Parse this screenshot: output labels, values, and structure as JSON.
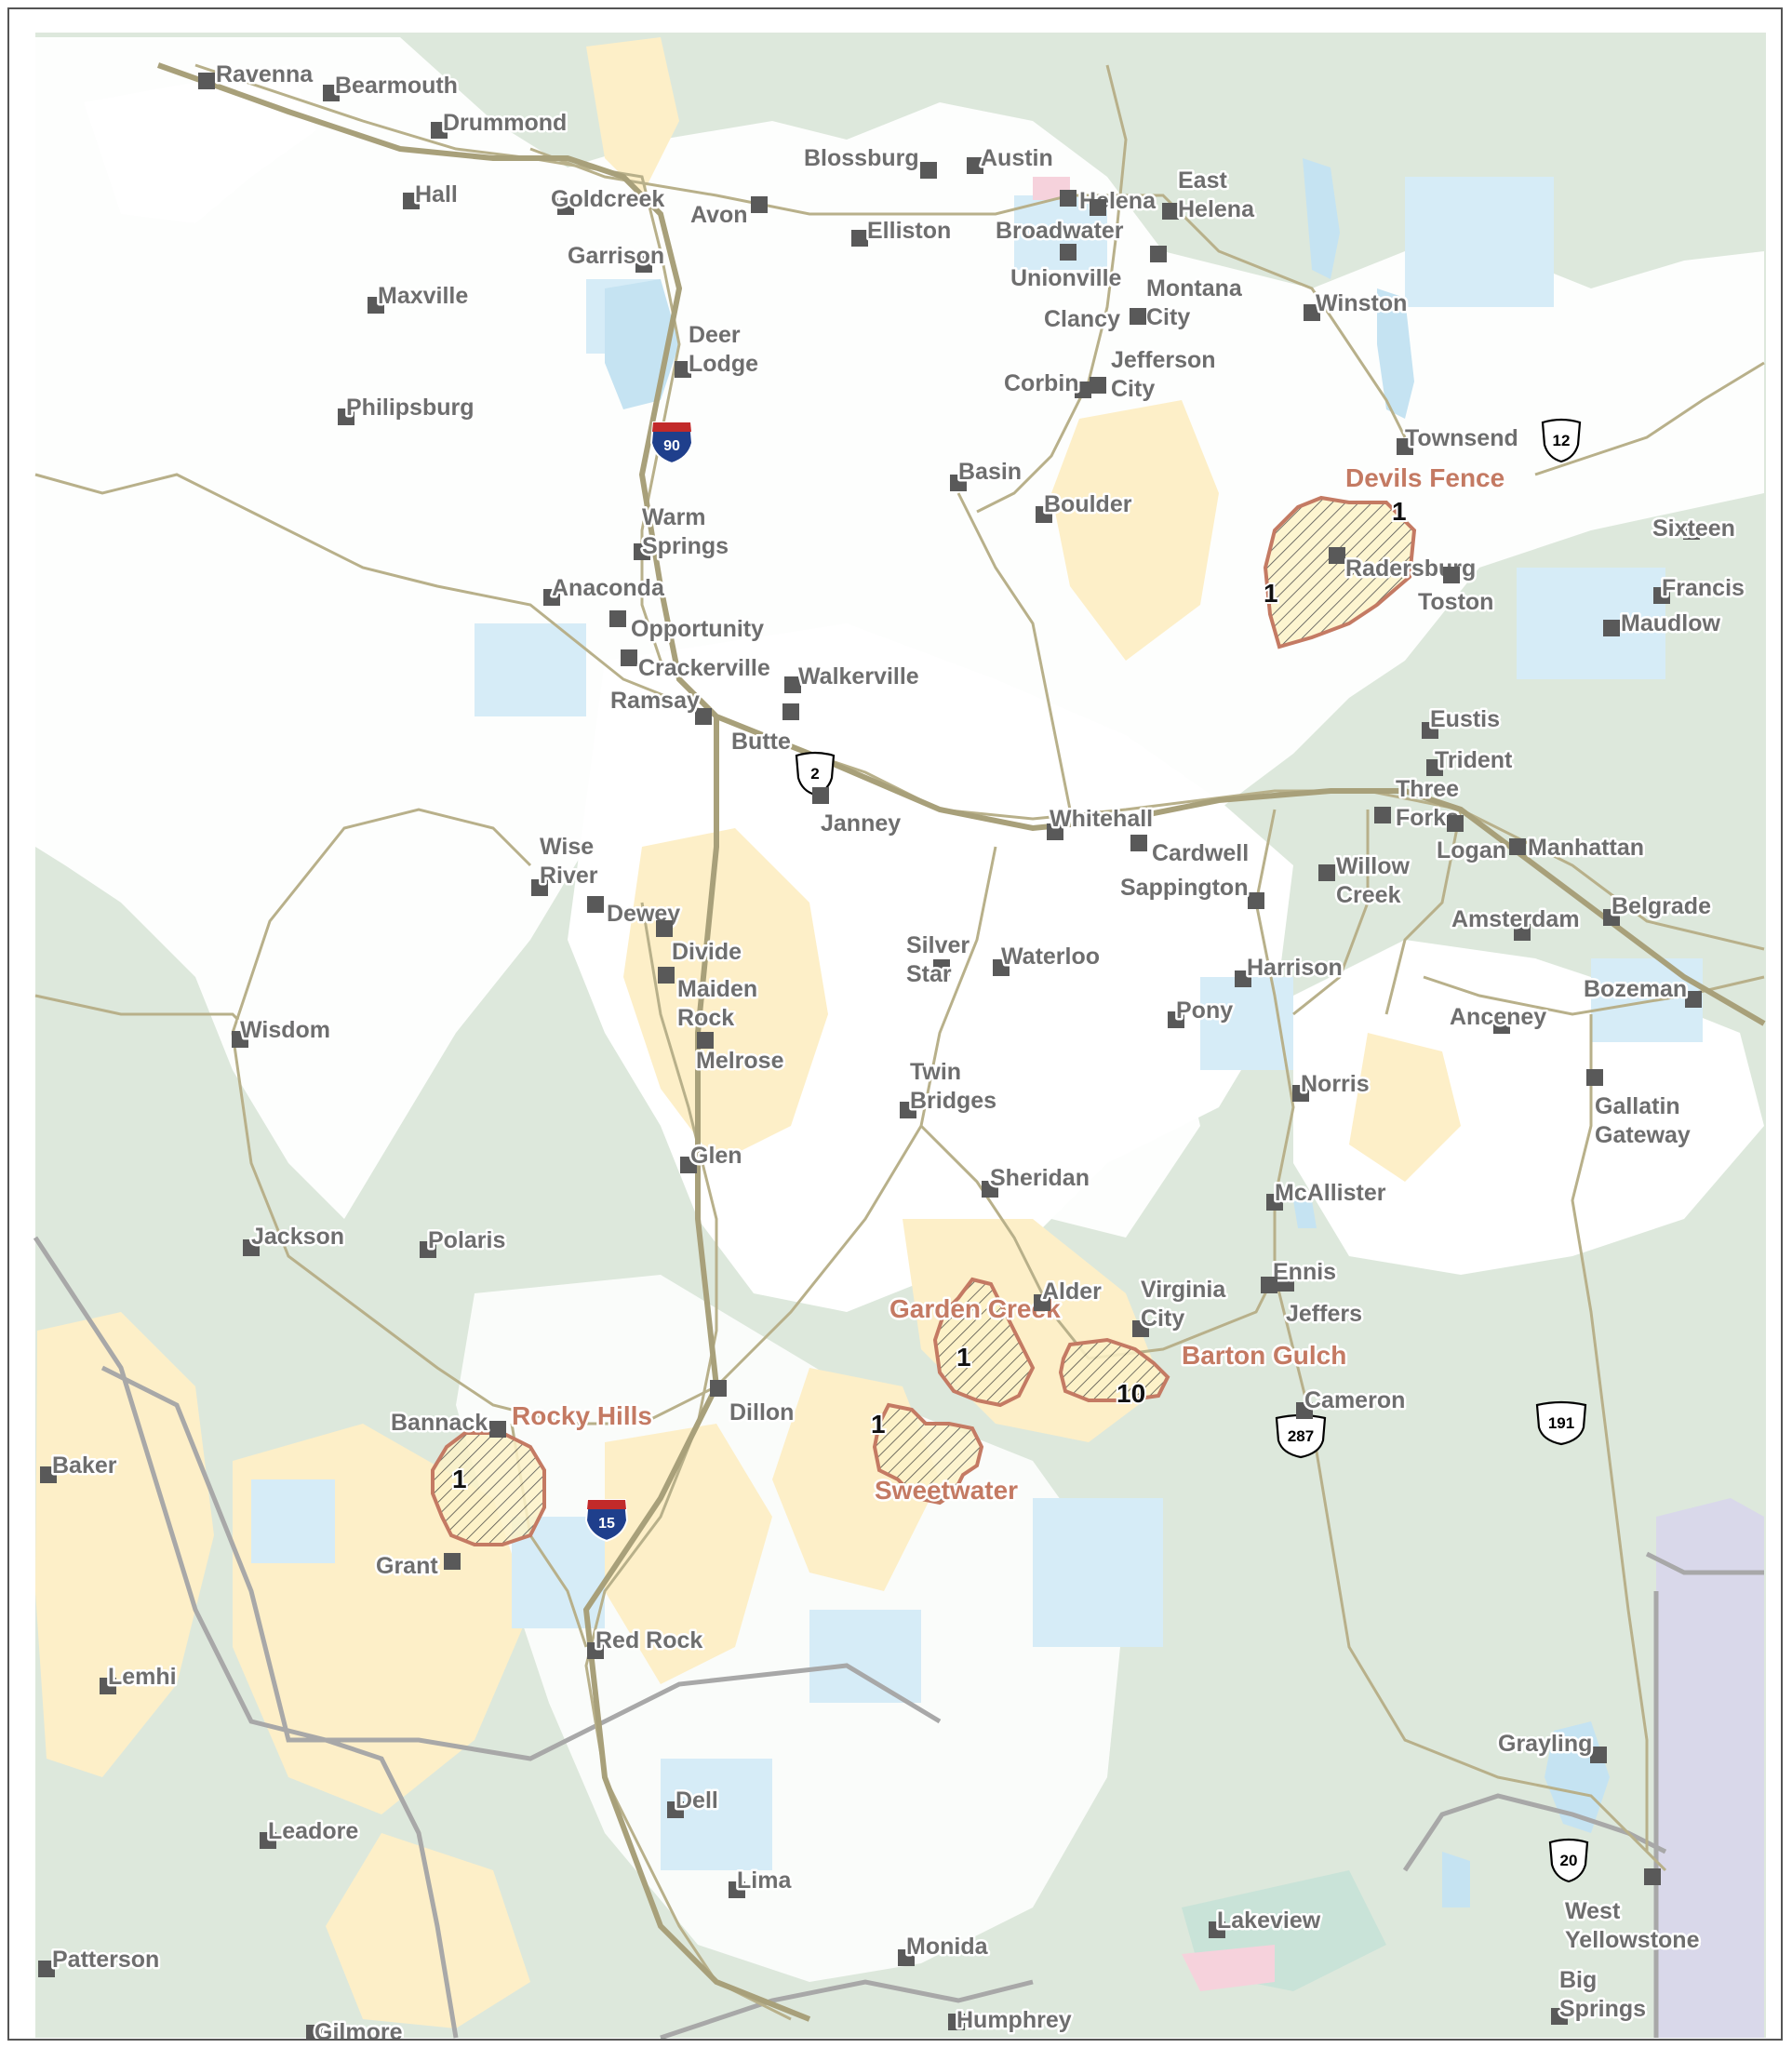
{
  "colors": {
    "forest": "#dde8dc",
    "private_land": "#ffffff",
    "state_land": "#d6ecf7",
    "blm_land": "#fdefc8",
    "park": "#d9d8ea",
    "road": "#b8b08a",
    "highway": "#c8c09a",
    "boundary": "#a8a8a8",
    "water": "#c5e3f2",
    "town_marker": "#595959",
    "town_label": "#6e6e6e",
    "area_outline": "#c47a63",
    "area_label": "#c47a63"
  },
  "towns": [
    {
      "name": "Ravenna"
    },
    {
      "name": "Bearmouth"
    },
    {
      "name": "Drummond"
    },
    {
      "name": "Hall"
    },
    {
      "name": "Goldcreek"
    },
    {
      "name": "Avon"
    },
    {
      "name": "Blossburg"
    },
    {
      "name": "Austin"
    },
    {
      "name": "Helena"
    },
    {
      "name": "East Helena"
    },
    {
      "name": "Elliston"
    },
    {
      "name": "Broadwater"
    },
    {
      "name": "Garrison"
    },
    {
      "name": "Maxville"
    },
    {
      "name": "Unionville"
    },
    {
      "name": "Montana City"
    },
    {
      "name": "Winston"
    },
    {
      "name": "Clancy"
    },
    {
      "name": "Deer Lodge"
    },
    {
      "name": "Jefferson City"
    },
    {
      "name": "Corbin"
    },
    {
      "name": "Philipsburg"
    },
    {
      "name": "Townsend"
    },
    {
      "name": "Basin"
    },
    {
      "name": "Boulder"
    },
    {
      "name": "Warm Springs"
    },
    {
      "name": "Sixteen"
    },
    {
      "name": "Radersburg"
    },
    {
      "name": "Toston"
    },
    {
      "name": "Francis"
    },
    {
      "name": "Anaconda"
    },
    {
      "name": "Maudlow"
    },
    {
      "name": "Opportunity"
    },
    {
      "name": "Crackerville"
    },
    {
      "name": "Walkerville"
    },
    {
      "name": "Ramsay"
    },
    {
      "name": "Butte"
    },
    {
      "name": "Eustis"
    },
    {
      "name": "Trident"
    },
    {
      "name": "Three Forks"
    },
    {
      "name": "Janney"
    },
    {
      "name": "Whitehall"
    },
    {
      "name": "Logan"
    },
    {
      "name": "Manhattan"
    },
    {
      "name": "Cardwell"
    },
    {
      "name": "Wise River"
    },
    {
      "name": "Willow Creek"
    },
    {
      "name": "Sappington"
    },
    {
      "name": "Dewey"
    },
    {
      "name": "Amsterdam"
    },
    {
      "name": "Belgrade"
    },
    {
      "name": "Divide"
    },
    {
      "name": "Silver Star"
    },
    {
      "name": "Waterloo"
    },
    {
      "name": "Maiden Rock"
    },
    {
      "name": "Harrison"
    },
    {
      "name": "Bozeman"
    },
    {
      "name": "Wisdom"
    },
    {
      "name": "Pony"
    },
    {
      "name": "Anceney"
    },
    {
      "name": "Melrose"
    },
    {
      "name": "Twin Bridges"
    },
    {
      "name": "Norris"
    },
    {
      "name": "Gallatin Gateway"
    },
    {
      "name": "Glen"
    },
    {
      "name": "Sheridan"
    },
    {
      "name": "McAllister"
    },
    {
      "name": "Jackson"
    },
    {
      "name": "Polaris"
    },
    {
      "name": "Ennis"
    },
    {
      "name": "Alder"
    },
    {
      "name": "Virginia City"
    },
    {
      "name": "Jeffers"
    },
    {
      "name": "Cameron"
    },
    {
      "name": "Dillon"
    },
    {
      "name": "Bannack"
    },
    {
      "name": "Baker"
    },
    {
      "name": "Grant"
    },
    {
      "name": "Red Rock"
    },
    {
      "name": "Lemhi"
    },
    {
      "name": "Grayling"
    },
    {
      "name": "Dell"
    },
    {
      "name": "Leadore"
    },
    {
      "name": "Lima"
    },
    {
      "name": "West Yellowstone"
    },
    {
      "name": "Lakeview"
    },
    {
      "name": "Monida"
    },
    {
      "name": "Patterson"
    },
    {
      "name": "Big Springs"
    },
    {
      "name": "Humphrey"
    },
    {
      "name": "Gilmore"
    }
  ],
  "areas": [
    {
      "name": "Devils Fence",
      "counts": [
        "1",
        "1"
      ]
    },
    {
      "name": "Garden Creek",
      "counts": [
        "1"
      ]
    },
    {
      "name": "Barton Gulch",
      "counts": [
        "10"
      ]
    },
    {
      "name": "Rocky Hills",
      "counts": [
        "1"
      ]
    },
    {
      "name": "Sweetwater",
      "counts": [
        "1"
      ]
    }
  ],
  "shields": [
    {
      "type": "interstate",
      "number": "90"
    },
    {
      "type": "interstate",
      "number": "15"
    },
    {
      "type": "us",
      "number": "12"
    },
    {
      "type": "us",
      "number": "2"
    },
    {
      "type": "us",
      "number": "287"
    },
    {
      "type": "us",
      "number": "191"
    },
    {
      "type": "us",
      "number": "20"
    }
  ]
}
